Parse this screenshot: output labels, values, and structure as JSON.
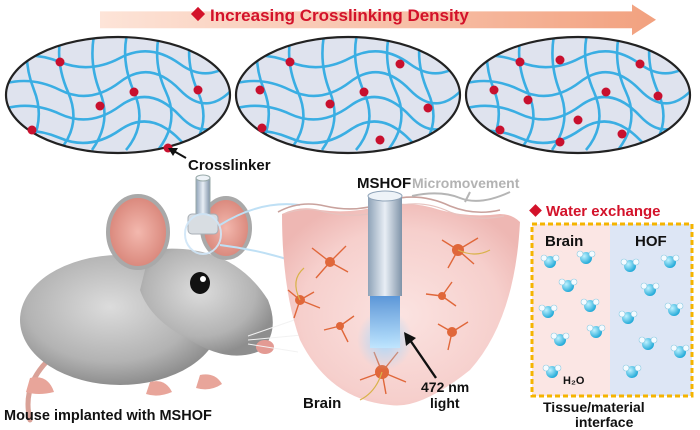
{
  "header": {
    "title": "Increasing Crosslinking Density",
    "marker_color": "#d3122a",
    "arrow_color": "#f2a17f"
  },
  "networks": {
    "items": [
      {
        "crosslink_count": 6
      },
      {
        "crosslink_count": 8
      },
      {
        "crosslink_count": 11
      }
    ],
    "fiber_color": "#3aaee3",
    "ellipse_fill": "#dfe3ee",
    "crosslink_color": "#c8102e"
  },
  "labels": {
    "crosslinker": "Crosslinker",
    "mshof": "MSHOF",
    "micromovement": "Micromovement",
    "brain_region": "Brain",
    "light": "472 nm\nlight",
    "mouse_caption": "Mouse implanted with MSHOF"
  },
  "water_exchange": {
    "title": "Water exchange",
    "left_label": "Brain",
    "right_label": "HOF",
    "molecule_label": "H₂O",
    "caption": "Tissue/material\ninterface",
    "border_color": "#f5b400",
    "left_bg": "#fbe6e4",
    "right_bg": "#dde6f5"
  },
  "colors": {
    "tissue": "#f6cfcc",
    "neuron": "#e0673a",
    "fiber_light": "#6fb4ea",
    "mouse_fur": "#b8b8b8",
    "mouse_skin": "#e8a59a"
  }
}
